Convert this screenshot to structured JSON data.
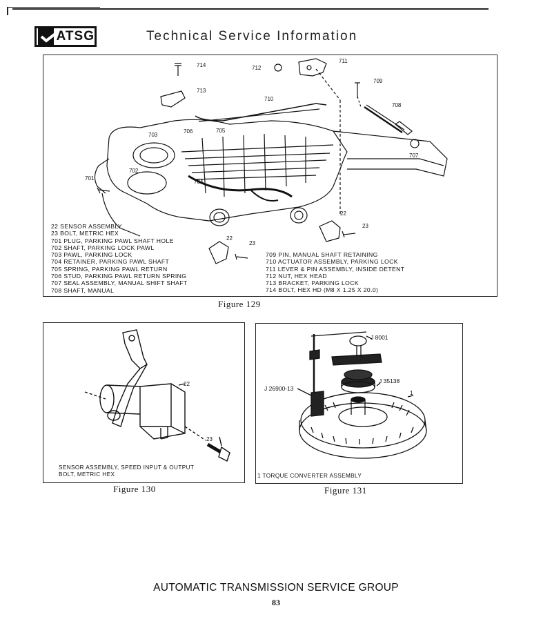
{
  "header": {
    "logo_text": "ATSG",
    "title": "Technical Service Information"
  },
  "figure129": {
    "caption": "Figure 129",
    "callouts": [
      "714",
      "713",
      "712",
      "711",
      "709",
      "710",
      "708",
      "707",
      "703",
      "706",
      "705",
      "702",
      "701",
      "704",
      "22",
      "23",
      "22",
      "23"
    ],
    "legend_left": [
      "22  SENSOR ASSEMBLY",
      "23  BOLT, METRIC HEX",
      "701  PLUG, PARKING PAWL SHAFT HOLE",
      "702 SHAFT, PARKING LOCK PAWL",
      "703  PAWL, PARKING LOCK",
      "704  RETAINER, PARKING PAWL SHAFT",
      "705  SPRING, PARKING PAWL RETURN",
      "706  STUD, PARKING PAWL RETURN SPRING",
      "707  SEAL ASSEMBLY, MANUAL SHIFT SHAFT",
      "708  SHAFT, MANUAL"
    ],
    "legend_right": [
      "709  PIN, MANUAL SHAFT RETAINING",
      "710  ACTUATOR ASSEMBLY, PARKING LOCK",
      "711  LEVER & PIN ASSEMBLY, INSIDE DETENT",
      "712  NUT, HEX HEAD",
      "713  BRACKET, PARKING LOCK",
      "714  BOLT, HEX HD (M8 X 1.25 X 20.0)"
    ]
  },
  "figure130": {
    "caption": "Figure 130",
    "callouts": [
      "22",
      "23"
    ],
    "legend": [
      "SENSOR ASSEMBLY, SPEED INPUT & OUTPUT",
      "BOLT, METRIC HEX"
    ]
  },
  "figure131": {
    "caption": "Figure 131",
    "callouts": [
      "J 8001",
      "J 35138",
      "J 26900-13",
      "1"
    ],
    "legend": [
      "1  TORQUE CONVERTER ASSEMBLY"
    ]
  },
  "footer": {
    "org": "AUTOMATIC TRANSMISSION SERVICE GROUP",
    "page_number": "83"
  }
}
